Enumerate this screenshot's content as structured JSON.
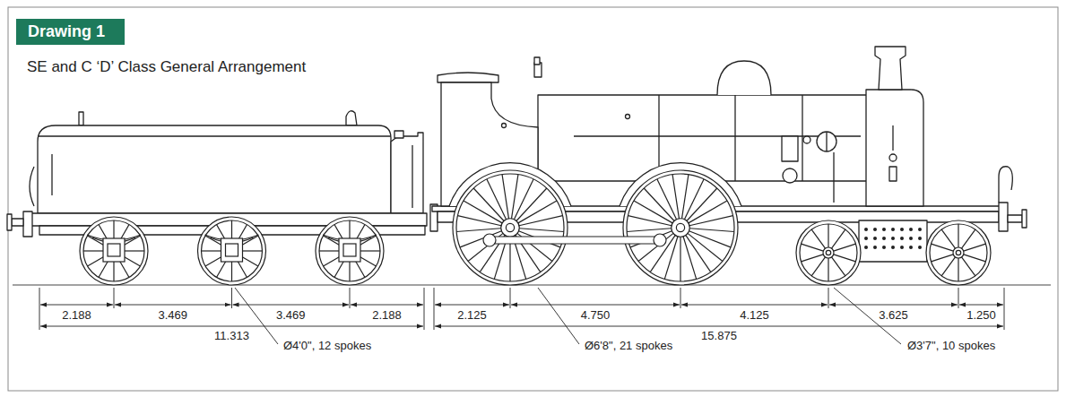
{
  "diagram": {
    "title": "SE and C ‘D’ Class General Arrangement",
    "nodes": [
      {
        "text": [
          "Drawing 1"
        ]
      }
    ],
    "labels": [
      "2.188",
      "3.469",
      "3.469",
      "2.188",
      "11.313",
      "Ø4'0\", 12 spokes",
      "2.125",
      "4.750",
      "4.125",
      "3.625",
      "1.250",
      "15.875",
      "Ø6'8\", 21 spokes",
      "Ø3'7\", 10 spokes"
    ]
  }
}
